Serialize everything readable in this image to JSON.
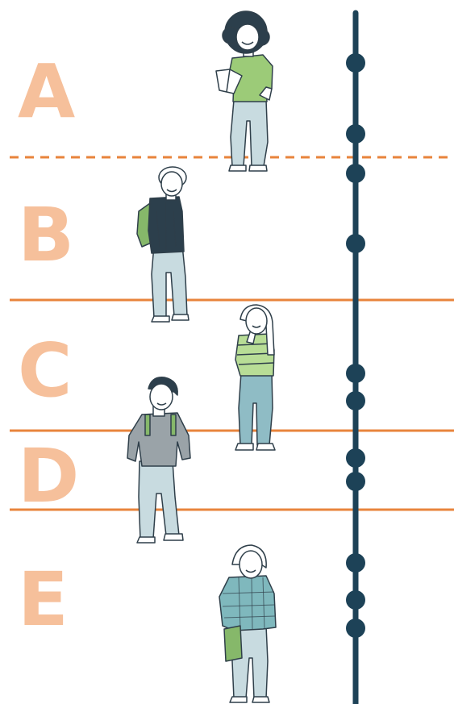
{
  "bands": [
    {
      "label": "A"
    },
    {
      "label": "B"
    },
    {
      "label": "C"
    },
    {
      "label": "D"
    },
    {
      "label": "E"
    }
  ],
  "colors": {
    "label": "#f6c09b",
    "divider": "#e8843c",
    "axis": "#1d4257",
    "skin": "#ffffff",
    "outline": "#2f3f4a",
    "shirt_green": "#9ccb78",
    "jeans_light": "#c8dbe0",
    "jeans_teal": "#8fbcc5",
    "sweater_gray": "#9aa3a8",
    "jacket_dark": "#2c3f4c",
    "stripe_green": "#b8dd96",
    "plaid_teal": "#7fb8bd",
    "bag_green": "#86b86a"
  },
  "figures": [
    {
      "name": "reading-student",
      "icon": "student-with-book"
    },
    {
      "name": "backpack-student",
      "icon": "student-in-dark-jacket"
    },
    {
      "name": "thinking-student",
      "icon": "student-thinking"
    },
    {
      "name": "sweater-student",
      "icon": "student-in-sweater"
    },
    {
      "name": "plaid-student",
      "icon": "student-in-plaid"
    }
  ]
}
